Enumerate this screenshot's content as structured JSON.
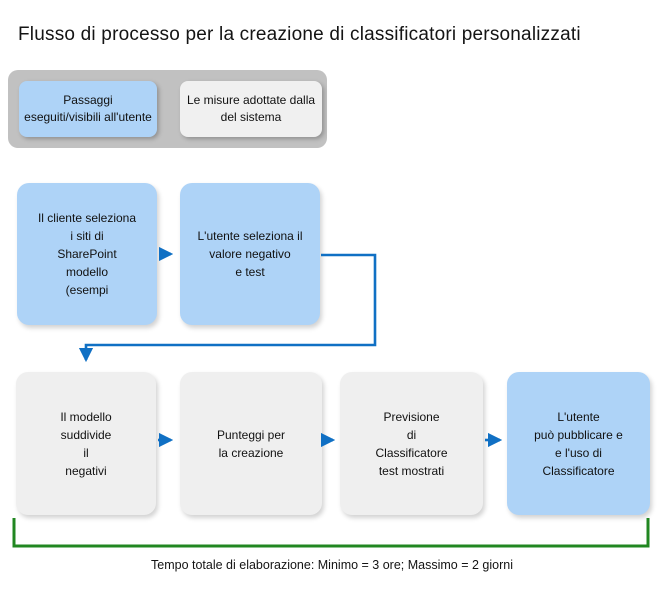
{
  "title": "Flusso di processo per la creazione di classificatori personalizzati",
  "legend": {
    "user_label_lines": [
      "Passaggi",
      "eseguiti/visibili all'utente"
    ],
    "system_label_lines": [
      "Le misure adottate dalla",
      "del sistema"
    ]
  },
  "steps": {
    "row1": [
      {
        "kind": "user",
        "lines": [
          "Il cliente seleziona",
          "i siti di",
          "SharePoint",
          "modello",
          "(esempi"
        ]
      },
      {
        "kind": "user",
        "lines": [
          "L'utente seleziona il",
          "valore negativo",
          "e test"
        ]
      }
    ],
    "row2": [
      {
        "kind": "system",
        "lines": [
          "Il modello",
          "suddivide",
          "il",
          "negativi"
        ]
      },
      {
        "kind": "system",
        "lines": [
          "Punteggi per",
          "la creazione"
        ]
      },
      {
        "kind": "system",
        "lines": [
          "Previsione",
          "di",
          "Classificatore",
          "test mostrati"
        ]
      },
      {
        "kind": "user",
        "lines": [
          "L'utente",
          "può pubblicare e",
          "e l'uso di",
          "Classificatore"
        ]
      }
    ]
  },
  "footer": {
    "total_time_label": "Tempo totale di elaborazione: Minimo = 3 ore; Massimo = 2 giorni"
  },
  "colors": {
    "user_box": "#aed3f7",
    "system_box": "#efefef",
    "legend_container": "#c1c1c1",
    "arrow_blue": "#1070c4",
    "bracket_green": "#218721"
  }
}
